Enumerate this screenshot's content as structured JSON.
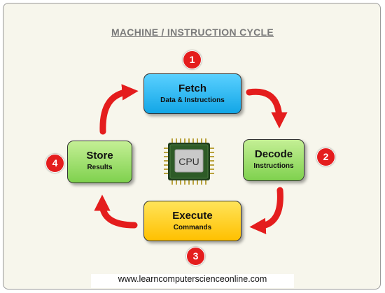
{
  "diagram": {
    "title": "MACHINE / INSTRUCTION  CYCLE",
    "center_label": "CPU",
    "steps": {
      "fetch": {
        "number": "1",
        "title": "Fetch",
        "subtitle": "Data & Instructions",
        "color": "#1fb0ef"
      },
      "decode": {
        "number": "2",
        "title": "Decode",
        "subtitle": "Instructions",
        "color": "#92d050"
      },
      "execute": {
        "number": "3",
        "title": "Execute",
        "subtitle": "Commands",
        "color": "#ffc000"
      },
      "store": {
        "number": "4",
        "title": "Store",
        "subtitle": "Results",
        "color": "#92d050"
      }
    },
    "arrow_color": "#e41d1d",
    "badge_color": "#e41d1d",
    "footer": "www.learncomputerscienceonline.com"
  }
}
